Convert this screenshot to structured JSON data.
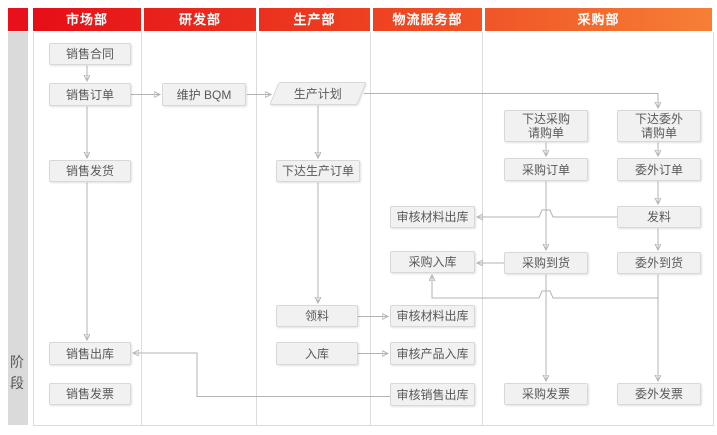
{
  "stage_label": "阶段",
  "departments": [
    "市场部",
    "研发部",
    "生产部",
    "物流服务部",
    "采购部"
  ],
  "nodes": {
    "sales_contract": "销售合同",
    "sales_order": "销售订单",
    "maintain_bqm": "维护 BQM",
    "production_plan": "生产计划",
    "sales_delivery": "销售发货",
    "issue_production_order": "下达生产订单",
    "issue_purchase_requisition": "下达采购\n请购单",
    "issue_outsourcing_requisition": "下达委外\n请购单",
    "purchase_order": "采购订单",
    "outsourcing_order": "委外订单",
    "review_material_outbound_1": "审核材料出库",
    "issue_materials": "发料",
    "purchase_inbound": "采购入库",
    "purchase_arrival": "采购到货",
    "outsourcing_arrival": "委外到货",
    "material_picking": "领料",
    "review_material_outbound_2": "审核材料出库",
    "warehouse_in": "入库",
    "review_product_inbound": "审核产品入库",
    "sales_outbound": "销售出库",
    "review_sales_outbound": "审核销售出库",
    "sales_invoice": "销售发票",
    "purchase_invoice": "采购发票",
    "outsourcing_invoice": "委外发票"
  },
  "edges": [
    {
      "from": "sales_contract",
      "to": "sales_order"
    },
    {
      "from": "sales_order",
      "to": "maintain_bqm"
    },
    {
      "from": "maintain_bqm",
      "to": "production_plan"
    },
    {
      "from": "sales_order",
      "to": "sales_delivery"
    },
    {
      "from": "sales_delivery",
      "to": "sales_outbound"
    },
    {
      "from": "production_plan",
      "to": "issue_production_order"
    },
    {
      "from": "production_plan",
      "to": "issue_outsourcing_requisition"
    },
    {
      "from": "issue_purchase_requisition",
      "to": "purchase_order"
    },
    {
      "from": "issue_outsourcing_requisition",
      "to": "outsourcing_order"
    },
    {
      "from": "outsourcing_order",
      "to": "issue_materials"
    },
    {
      "from": "issue_materials",
      "to": "review_material_outbound_1"
    },
    {
      "from": "purchase_order",
      "to": "purchase_arrival"
    },
    {
      "from": "issue_materials",
      "to": "outsourcing_arrival"
    },
    {
      "from": "purchase_arrival",
      "to": "purchase_inbound"
    },
    {
      "from": "outsourcing_arrival",
      "to": "purchase_inbound"
    },
    {
      "from": "purchase_arrival",
      "to": "purchase_invoice"
    },
    {
      "from": "outsourcing_arrival",
      "to": "outsourcing_invoice"
    },
    {
      "from": "issue_production_order",
      "to": "material_picking"
    },
    {
      "from": "material_picking",
      "to": "review_material_outbound_2"
    },
    {
      "from": "warehouse_in",
      "to": "review_product_inbound"
    },
    {
      "from": "review_sales_outbound",
      "to": "sales_outbound"
    }
  ],
  "colors": {
    "header_gradient_start": "#e60e18",
    "header_gradient_end": "#f67f35",
    "lane_strip": "#dadada",
    "grid_line": "#dcdcdc",
    "node_fill": "#f1f1f1",
    "node_border": "#d8d8d8",
    "node_text": "#595959",
    "connector": "#b3b3b3"
  }
}
